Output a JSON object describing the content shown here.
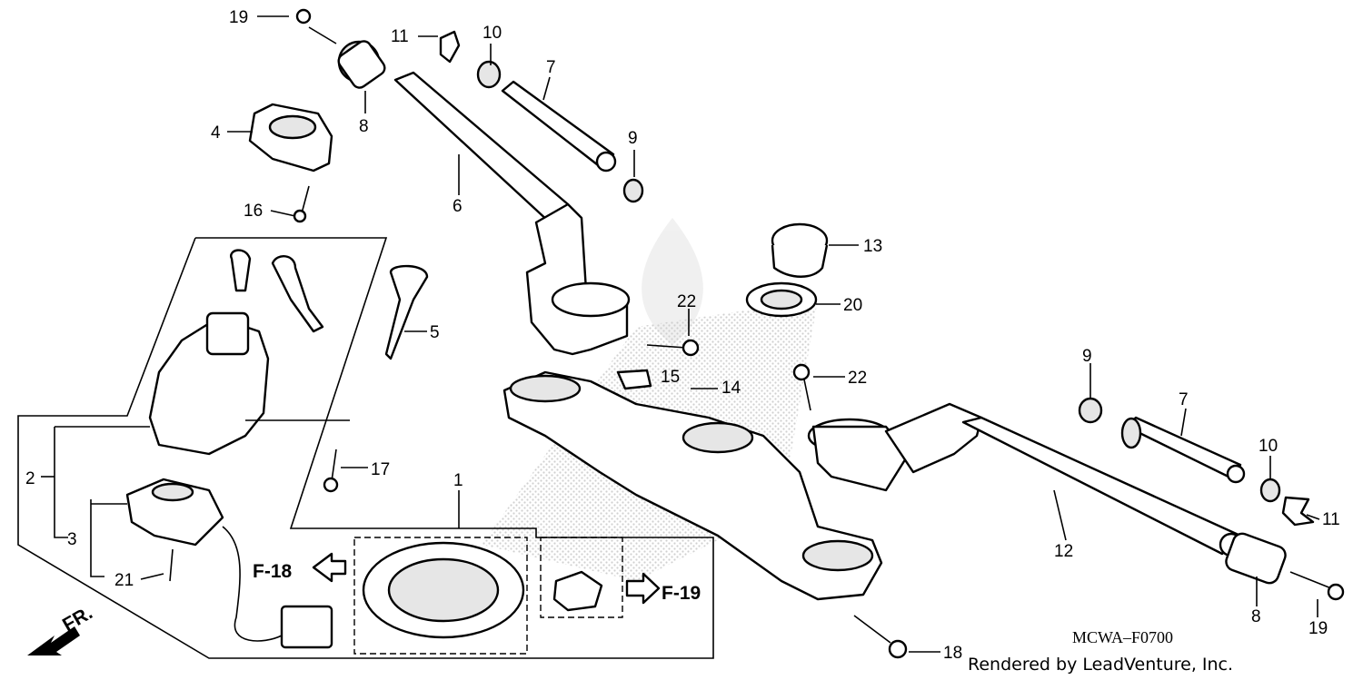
{
  "diagram": {
    "labels": [
      "1",
      "2",
      "3",
      "4",
      "5",
      "6",
      "7",
      "7",
      "8",
      "8",
      "9",
      "9",
      "10",
      "10",
      "11",
      "11",
      "12",
      "13",
      "14",
      "15",
      "16",
      "17",
      "18",
      "19",
      "19",
      "20",
      "21",
      "22",
      "22"
    ],
    "references": {
      "left": "F-18",
      "right": "F-19"
    },
    "direction": "FR.",
    "code": "MCWA–F0700",
    "credit": "Rendered by LeadVenture, Inc."
  },
  "colors": {
    "line": "#000000",
    "background": "#ffffff",
    "watermark": "#d9d9d9"
  }
}
